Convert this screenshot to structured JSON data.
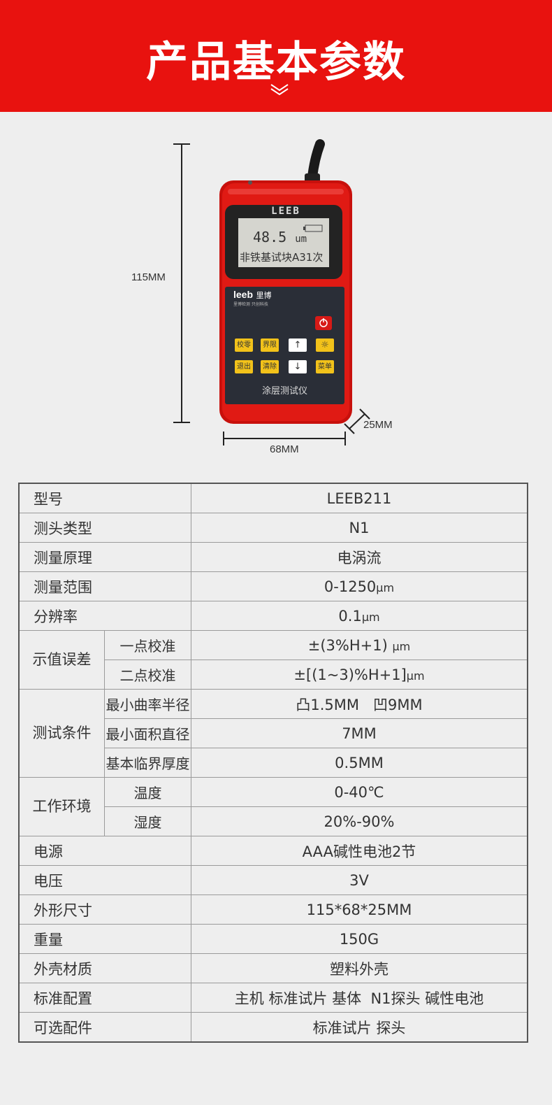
{
  "banner": {
    "title": "产品基本参数"
  },
  "device": {
    "brand_top": "LEEB",
    "display_value": "48.5",
    "display_unit": "um",
    "display_text": "非铁基试块A31次",
    "logo_text": "leeb",
    "logo_cn": "里博",
    "logo_sub": "里博检测 只创科技",
    "buttons": [
      "校零",
      "界限",
      "↑",
      "☼",
      "退出",
      "清除",
      "↓",
      "菜单"
    ],
    "product_name": "涂层测试仪"
  },
  "dimensions": {
    "height": "115MM",
    "width": "68MM",
    "depth": "25MM"
  },
  "spec_rows": [
    {
      "key": "型号",
      "value": "LEEB211"
    },
    {
      "key": "测头类型",
      "value": "N1"
    },
    {
      "key": "测量原理",
      "value": "电涡流"
    },
    {
      "key": "测量范围",
      "value": "0-1250",
      "unit": "μm"
    },
    {
      "key": "分辨率",
      "value": "0.1",
      "unit": "μm"
    }
  ],
  "error_group": {
    "label": "示值误差",
    "rows": [
      {
        "sub": "一点校准",
        "value": "±(3%H+1)",
        "unit": "μm"
      },
      {
        "sub": "二点校准",
        "value": "±[(1~3)%H+1]",
        "unit": "μm"
      }
    ]
  },
  "test_group": {
    "label": "测试条件",
    "rows": [
      {
        "sub": "最小曲率半径",
        "value": "凸1.5MM   凹9MM"
      },
      {
        "sub": "最小面积直径",
        "value": "7MM"
      },
      {
        "sub": "基本临界厚度",
        "value": "0.5MM"
      }
    ]
  },
  "env_group": {
    "label": "工作环境",
    "rows": [
      {
        "sub": "温度",
        "value": "0-40℃"
      },
      {
        "sub": "湿度",
        "value": "20%-90%"
      }
    ]
  },
  "spec_rows2": [
    {
      "key": "电源",
      "value": "AAA碱性电池2节"
    },
    {
      "key": "电压",
      "value": "3V"
    },
    {
      "key": "外形尺寸",
      "value": "115*68*25MM"
    },
    {
      "key": "重量",
      "value": "150G"
    },
    {
      "key": "外壳材质",
      "value": "塑料外壳"
    },
    {
      "key": "标准配置",
      "value": "主机 标准试片 基体  N1探头 碱性电池"
    },
    {
      "key": "可选配件",
      "value": "标准试片 探头"
    }
  ]
}
